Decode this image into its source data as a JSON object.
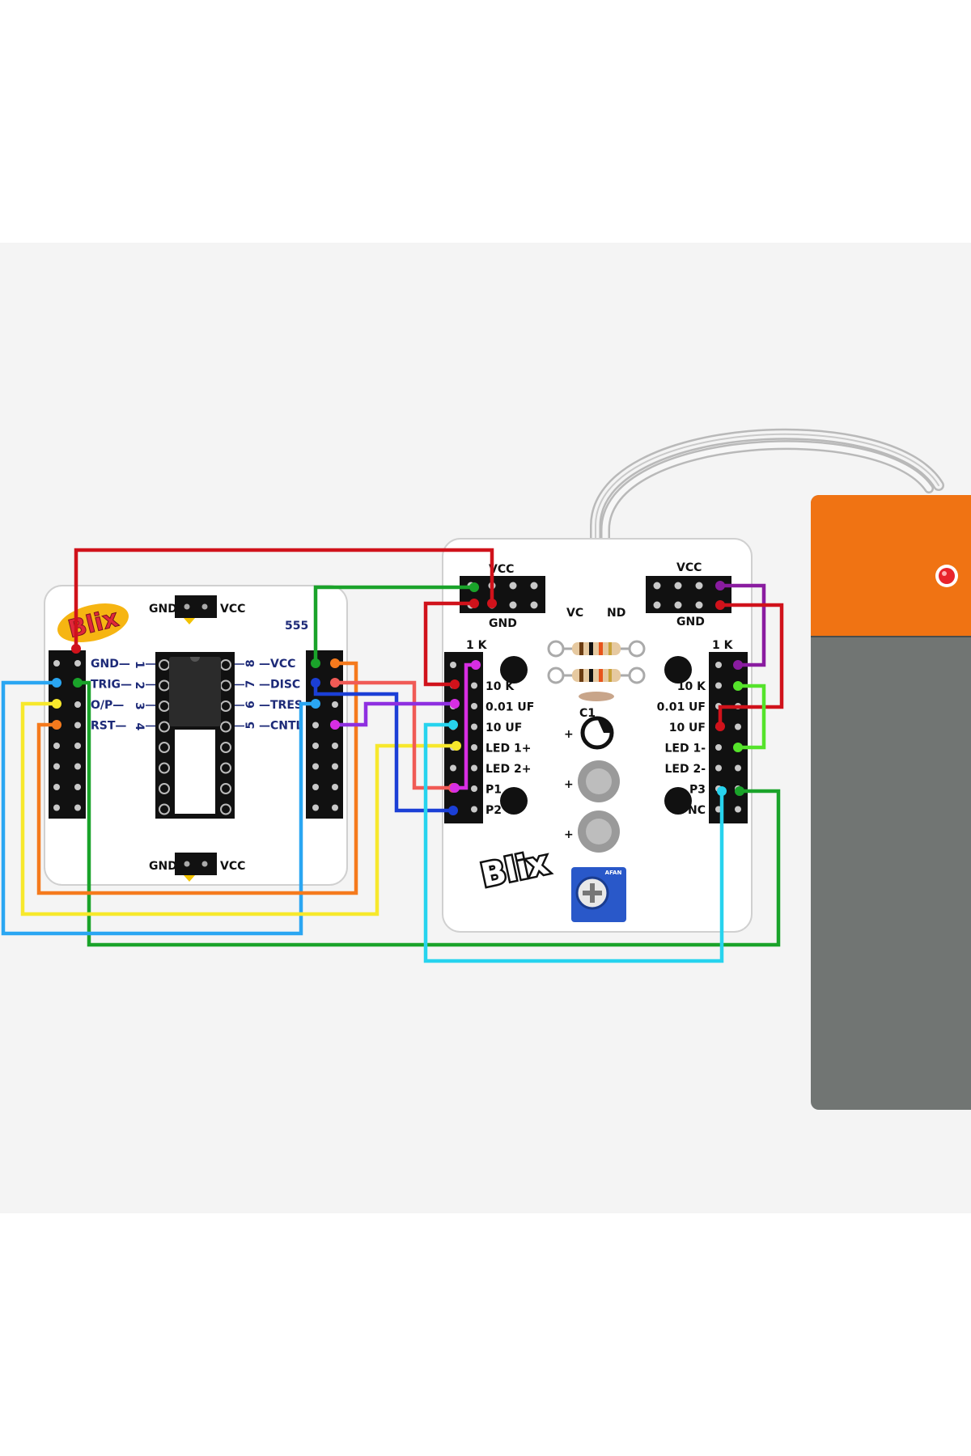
{
  "board555": {
    "logo": "Blix",
    "title": "555",
    "top_header": {
      "gnd": "GND",
      "vcc": "VCC"
    },
    "bottom_header": {
      "gnd": "GND",
      "vcc": "VCC"
    },
    "pins_left": [
      {
        "name": "GND",
        "num": "1"
      },
      {
        "name": "TRIG",
        "num": "2"
      },
      {
        "name": "O/P",
        "num": "3"
      },
      {
        "name": "RST",
        "num": "4"
      }
    ],
    "pins_right": [
      {
        "name": "VCC",
        "num": "8"
      },
      {
        "name": "DISC",
        "num": "7"
      },
      {
        "name": "TRES",
        "num": "6"
      },
      {
        "name": "CNTL",
        "num": "5"
      }
    ]
  },
  "board_passive": {
    "logo": "Blix",
    "left_header": {
      "vcc": "VCC",
      "gnd": "GND"
    },
    "right_header": {
      "vcc": "VCC",
      "gnd": "GND"
    },
    "center_labels": {
      "vc": "VC",
      "nd": "ND"
    },
    "left_block": {
      "header": "1 K",
      "items": [
        "10 K",
        "0.01 UF",
        "10 UF",
        "LED 1+",
        "LED 2+",
        "P1",
        "P2"
      ]
    },
    "right_block": {
      "header": "1 K",
      "items": [
        "10 K",
        "0.01 UF",
        "10 UF",
        "LED 1-",
        "LED 2-",
        "P3",
        "NC"
      ]
    },
    "cap_label": "C1",
    "plus_sign": "+",
    "pot_label": "AFAN"
  },
  "wire_colors": {
    "red": "#d0121b",
    "green": "#1aa32a",
    "lime": "#55e32b",
    "blue": "#1b3fd6",
    "cyan": "#27d3ee",
    "skyblue": "#2aa6f2",
    "yellow": "#f7e82c",
    "orange": "#f57a1d",
    "magenta": "#d72ee3",
    "purple": "#8a1ca0",
    "salmon": "#f05a55"
  },
  "battery_colors": {
    "top": "#f07313",
    "body": "#717573",
    "led": "#e8242b"
  }
}
